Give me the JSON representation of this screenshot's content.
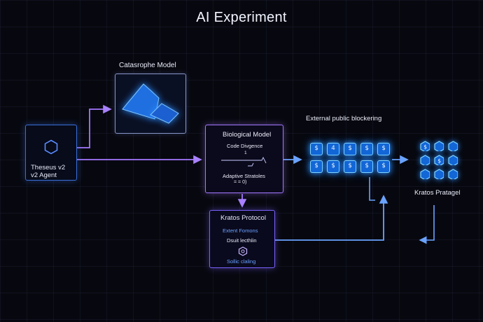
{
  "title": "AI Experiment",
  "agent": {
    "line1": "Theseus v2",
    "line2": "v2 Agent",
    "icon": "hexagon-icon"
  },
  "catastrophe": {
    "label": "Catasrophe Model",
    "icon": "mountain-icon"
  },
  "biological": {
    "title": "Biological Model",
    "divergence": "Code Divgence",
    "tick": "1",
    "adaptive": "Adaptive Stratoles",
    "formula": "= = 0)"
  },
  "kratos": {
    "title": "Kratos Protocol",
    "line1": "Extent Fomons",
    "line2": "Dsuit lecthlin",
    "line3": "Sollic claling",
    "icon": "shield-icon"
  },
  "blockchain": {
    "label": "External public blockering",
    "row1": [
      "$",
      "4",
      "$",
      "$",
      "$"
    ],
    "row2": [
      "$",
      "$",
      "$",
      "$",
      "$"
    ]
  },
  "pratagel": {
    "label": "Kratos Pratagel",
    "tiles": [
      "$",
      "",
      "",
      "",
      "$",
      "",
      "",
      "",
      ""
    ]
  },
  "colors": {
    "accent_blue": "#2a8cff",
    "accent_violet": "#a477ff",
    "agent_border": "#3b6dd8"
  }
}
